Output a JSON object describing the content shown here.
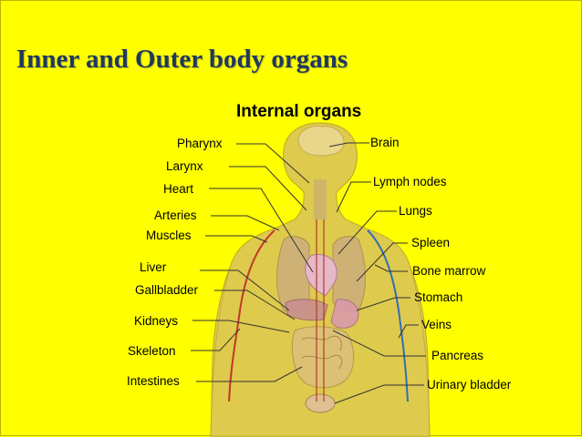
{
  "slide": {
    "title": "Inner and Outer body organs",
    "background_color": "#ffff00",
    "title_color": "#1f3864"
  },
  "figure": {
    "heading": "Internal organs",
    "labels_left": [
      "Pharynx",
      "Larynx",
      "Heart",
      "Arteries",
      "Muscles",
      "Liver",
      "Gallbladder",
      "Kidneys",
      "Skeleton",
      "Intestines"
    ],
    "labels_right": [
      "Brain",
      "Lymph nodes",
      "Lungs",
      "Spleen",
      "Bone marrow",
      "Stomach",
      "Veins",
      "Pancreas",
      "Urinary bladder"
    ]
  }
}
